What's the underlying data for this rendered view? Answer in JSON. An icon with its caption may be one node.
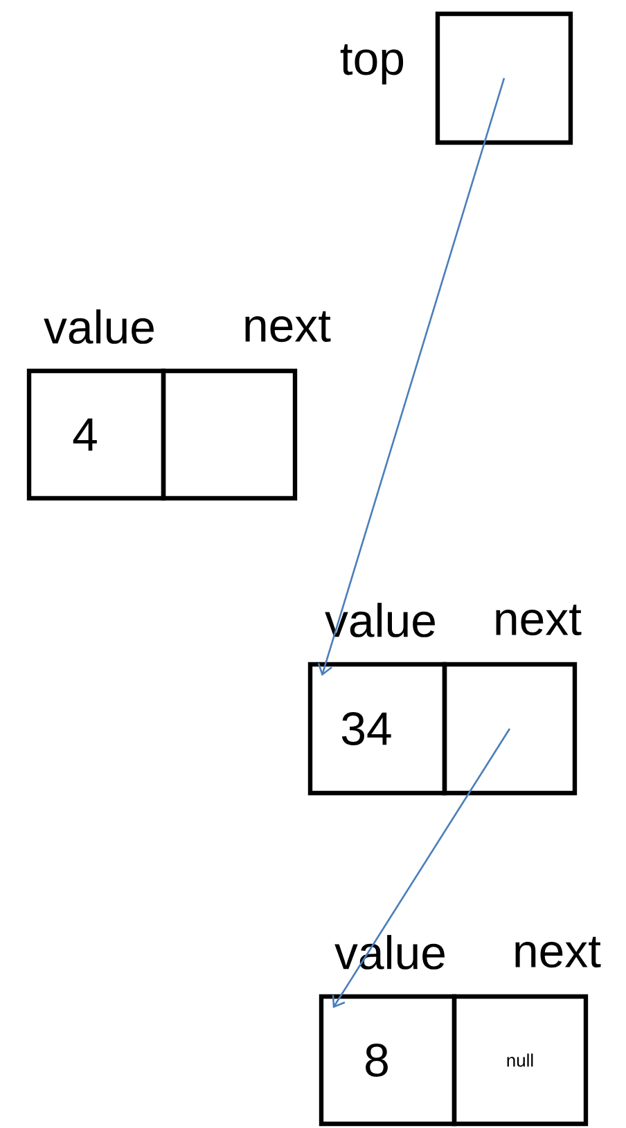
{
  "diagram": {
    "nodes": [
      {
        "text": [],
        "shape": "box",
        "beside": [
          "top"
        ]
      },
      {
        "text": [
          "value",
          "4"
        ]
      },
      {
        "text": [
          "next"
        ]
      },
      {
        "text": [
          "value",
          "34"
        ]
      },
      {
        "text": [
          "next"
        ]
      },
      {
        "text": [
          "value",
          "8"
        ]
      },
      {
        "text": [
          "next",
          "null"
        ]
      }
    ],
    "edges": [
      {
        "from": 0,
        "to": 3,
        "arrow": "to",
        "color": "#4a7ebb"
      },
      {
        "from": 4,
        "to": 5,
        "arrow": "to",
        "color": "#4a7ebb"
      }
    ]
  }
}
